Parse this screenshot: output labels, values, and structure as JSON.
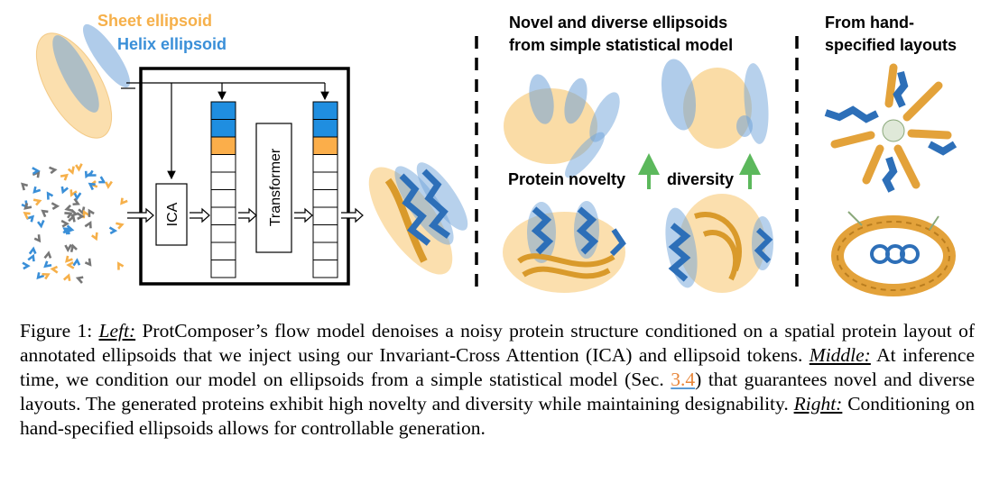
{
  "figure": {
    "legend": {
      "sheet_label": "Sheet ellipsoid",
      "helix_label": "Helix ellipsoid"
    },
    "left": {
      "ica_label": "ICA",
      "transformer_label": "Transformer"
    },
    "middle": {
      "title_line1": "Novel and diverse ellipsoids",
      "title_line2": "from simple statistical model",
      "novelty_label": "Protein novelty",
      "diversity_label": "diversity"
    },
    "right": {
      "title_line1": "From hand-",
      "title_line2": "specified layouts"
    },
    "colors": {
      "sheet": "#f7b84b",
      "helix": "#3a7dc9",
      "token_blue": "#1f8ee0",
      "token_orange": "#fbae4a",
      "arrow_green": "#5cb85c"
    }
  },
  "caption": {
    "figure_label": "Figure 1:",
    "left_heading": "Left:",
    "left_text": "ProtComposer’s flow model denoises a noisy protein structure conditioned on a spatial protein layout of annotated ellipsoids that we inject using our Invariant-Cross Attention (ICA) and ellipsoid tokens.",
    "middle_heading": "Middle:",
    "middle_text_a": "At inference time, we condition our model on ellipsoids from a simple statistical model (Sec.",
    "section_ref": "3.4",
    "middle_text_b": ") that guarantees novel and diverse layouts. The generated proteins exhibit high novelty and diversity while maintaining designability.",
    "right_heading": "Right:",
    "right_text": "Conditioning on hand-specified ellipsoids allows for controllable generation."
  }
}
